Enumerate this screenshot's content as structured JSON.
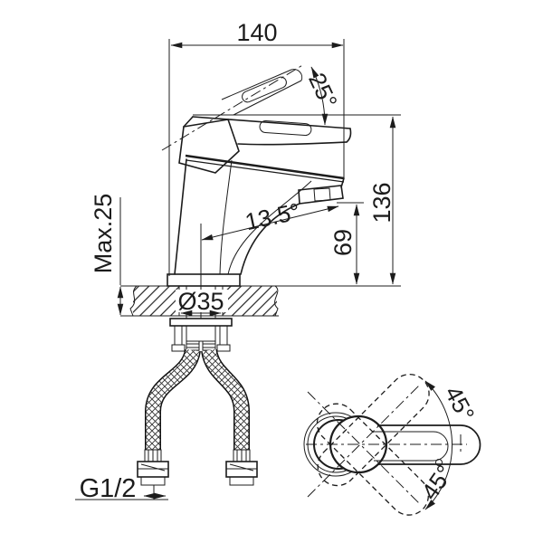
{
  "drawing": {
    "type": "faucet-installation-technical-drawing",
    "labels": {
      "width": "140",
      "handle_angle": "25°",
      "height": "136",
      "spout_height": "69",
      "outlet_angle": "13.5°",
      "max_deck": "Max.25",
      "hole_dia": "Ø35",
      "thread": "G1/2",
      "swing_up": "45°",
      "swing_down": "45°"
    },
    "colors": {
      "ink": "#1c1c1c",
      "paper": "#ffffff"
    }
  }
}
